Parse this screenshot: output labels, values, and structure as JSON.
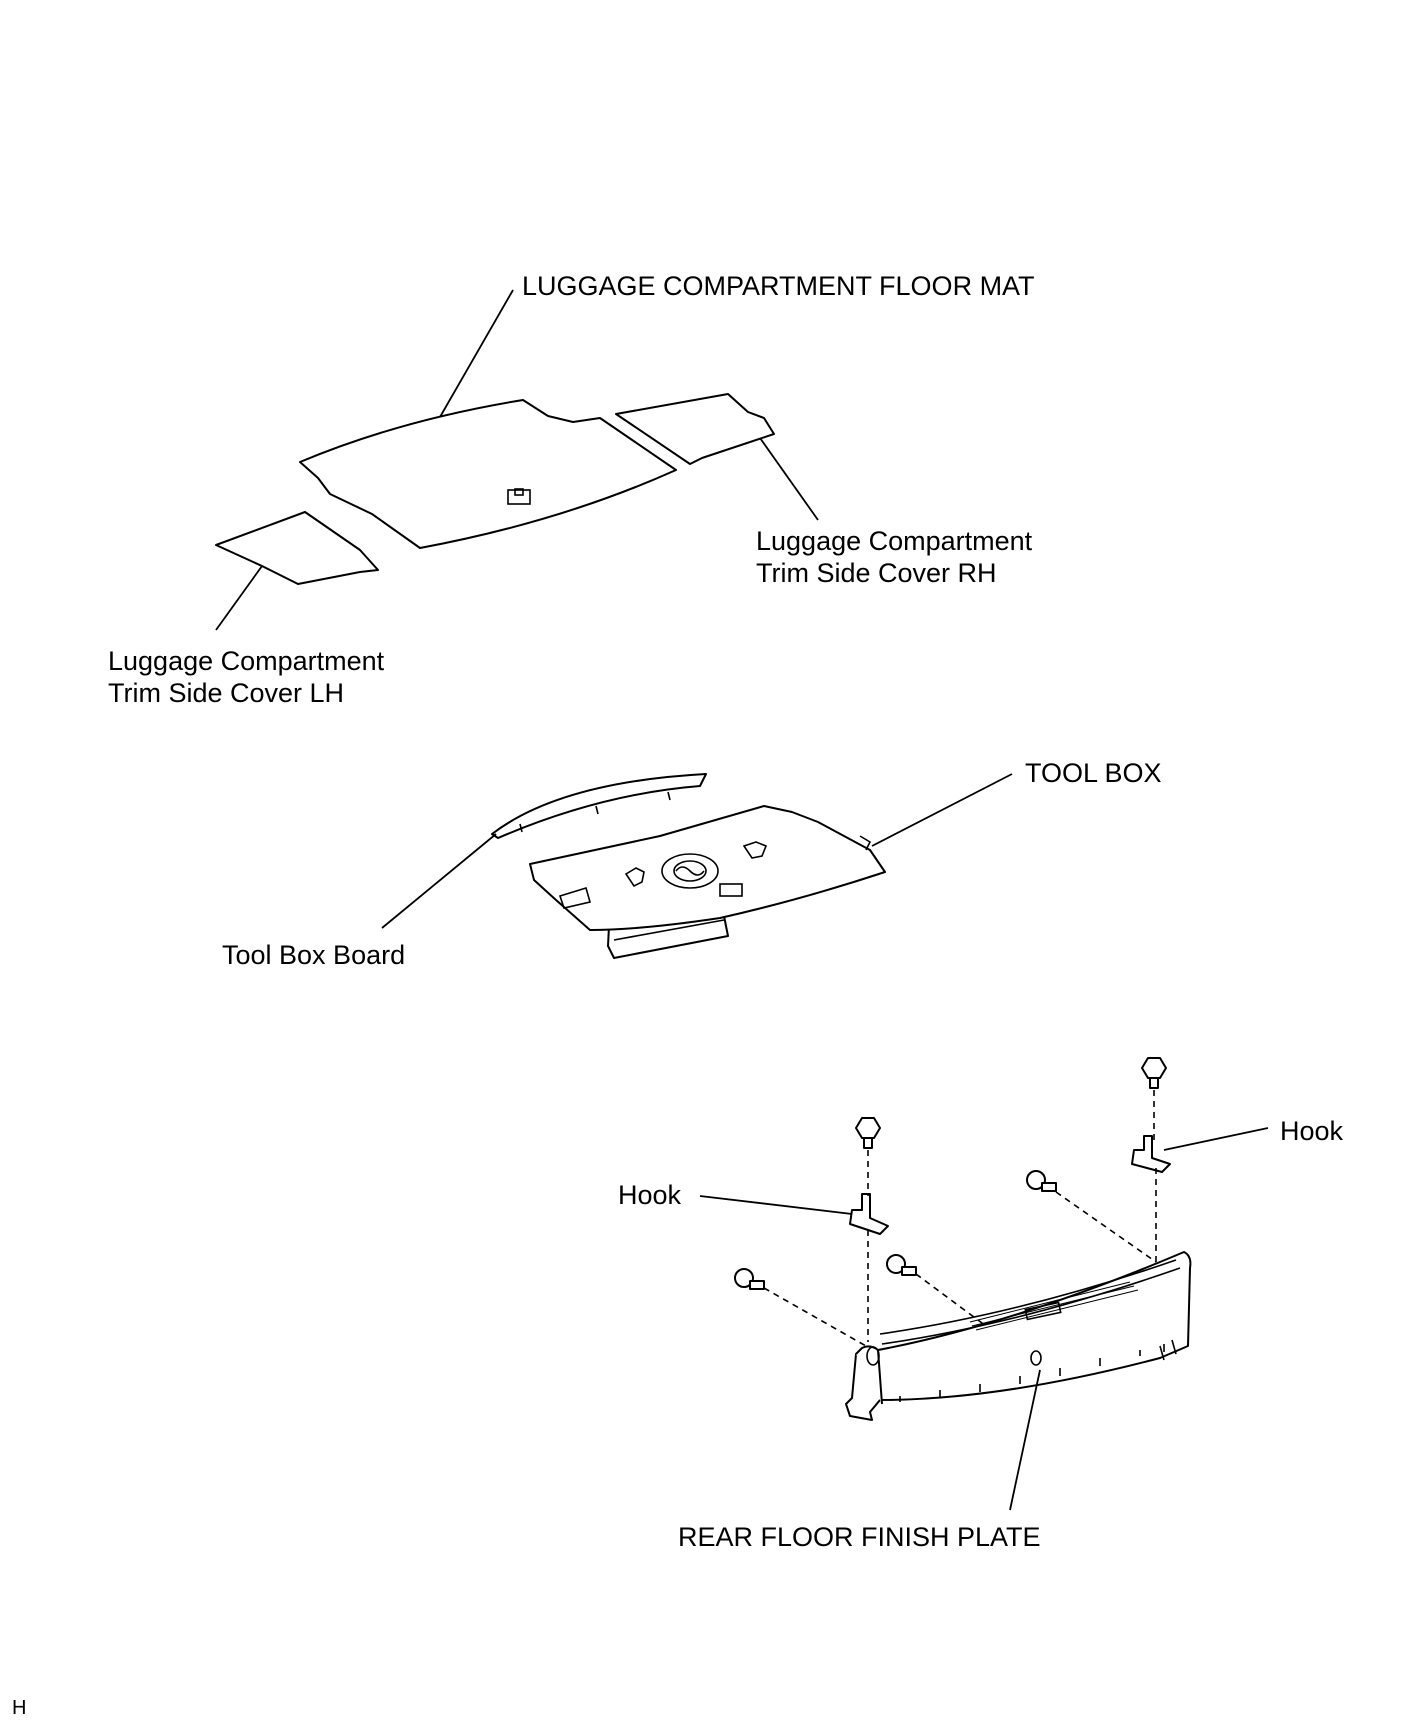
{
  "labels": {
    "floor_mat": "LUGGAGE COMPARTMENT FLOOR MAT",
    "side_cover_rh_line1": "Luggage Compartment",
    "side_cover_rh_line2": "Trim Side Cover RH",
    "side_cover_lh_line1": "Luggage Compartment",
    "side_cover_lh_line2": "Trim Side Cover LH",
    "tool_box": "TOOL BOX",
    "tool_box_board": "Tool Box Board",
    "hook_left": "Hook",
    "hook_right": "Hook",
    "rear_floor_finish_plate": "REAR FLOOR FINISH PLATE"
  },
  "corner_mark": "H"
}
